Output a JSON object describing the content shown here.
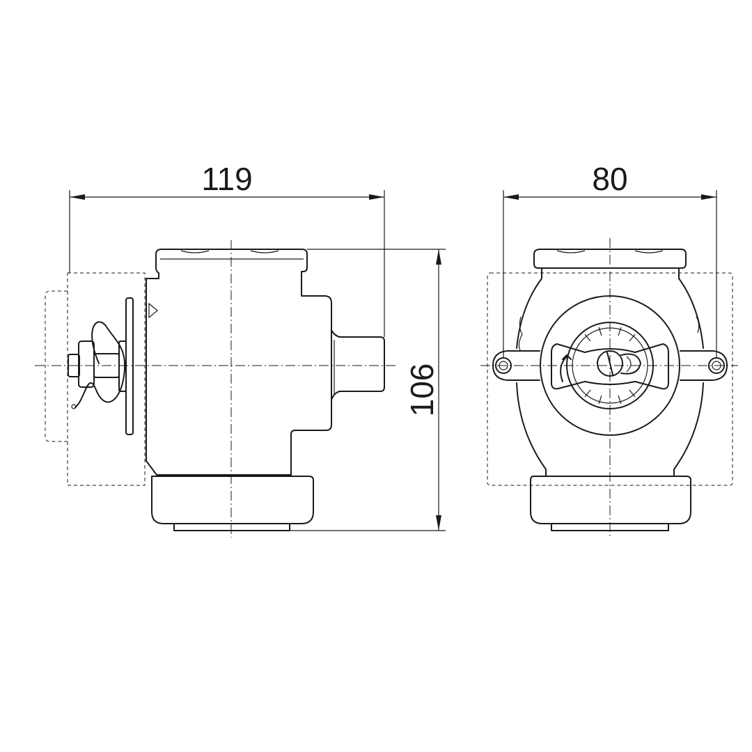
{
  "dimensions": {
    "width_side": "119",
    "width_front": "80",
    "height": "106"
  }
}
